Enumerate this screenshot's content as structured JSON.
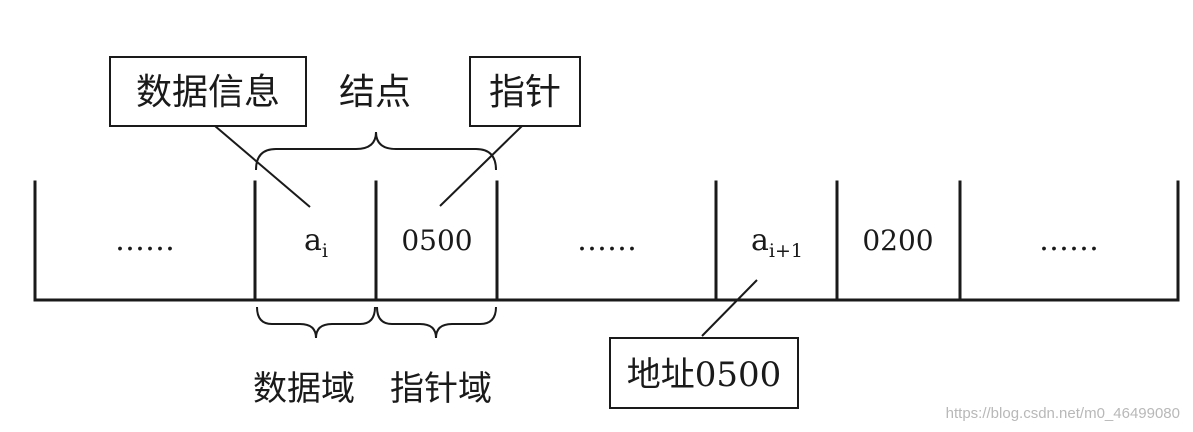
{
  "callouts": {
    "data_info": "数据信息",
    "node": "结点",
    "pointer": "指针",
    "address": "地址0500"
  },
  "cells": {
    "ellipsis_1": "……",
    "a_i_base": "a",
    "a_i_sub": "i",
    "ptr_1": "0500",
    "ellipsis_2": "……",
    "a_i1_base": "a",
    "a_i1_sub": "i+1",
    "ptr_2": "0200",
    "ellipsis_3": "……"
  },
  "domains": {
    "data_field": "数据域",
    "pointer_field": "指针域"
  },
  "watermark": "https://blog.csdn.net/m0_46499080"
}
